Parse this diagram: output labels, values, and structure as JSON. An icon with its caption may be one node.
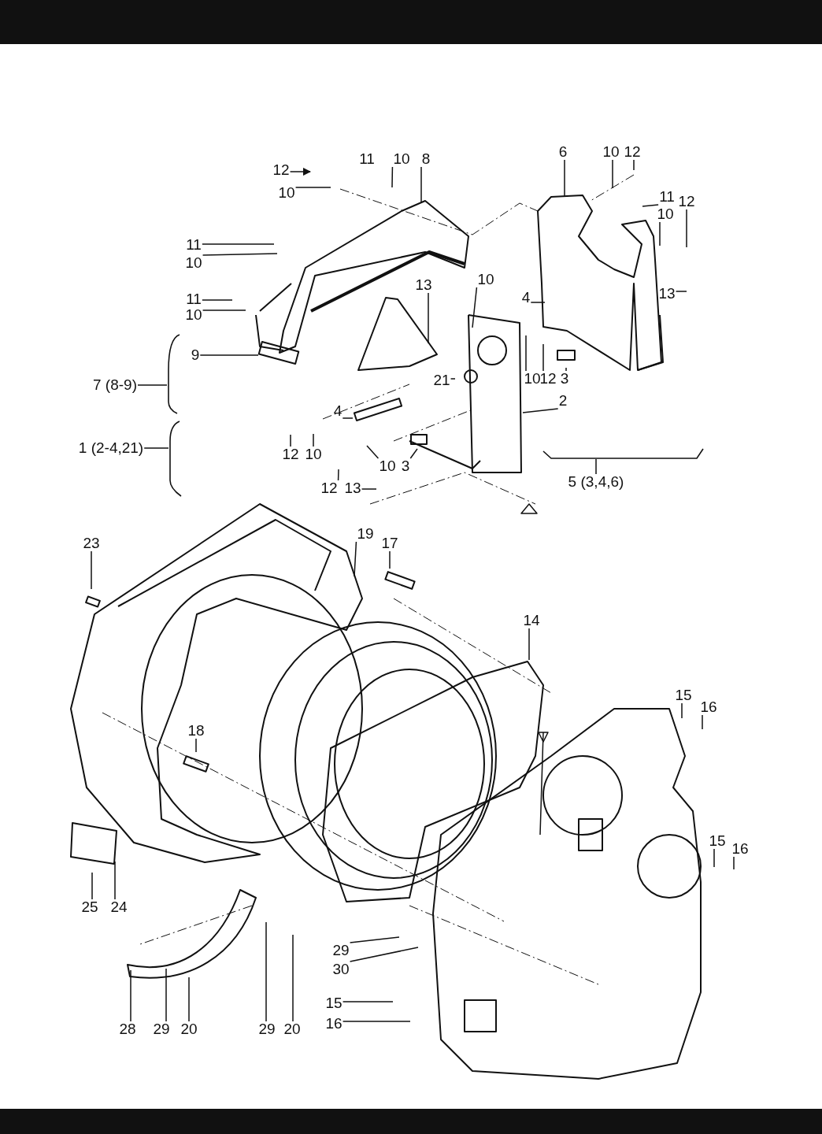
{
  "diagram": {
    "nodes": [
      {
        "text": [
          "12"
        ]
      },
      {
        "text": [
          "10"
        ]
      },
      {
        "text": [
          "11"
        ]
      },
      {
        "text": [
          "10"
        ]
      },
      {
        "text": [
          "8"
        ]
      },
      {
        "text": [
          "6"
        ]
      },
      {
        "text": [
          "10"
        ]
      },
      {
        "text": [
          "12"
        ]
      },
      {
        "text": [
          "11"
        ]
      },
      {
        "text": [
          "10"
        ]
      },
      {
        "text": [
          "12"
        ]
      },
      {
        "text": [
          "13"
        ]
      },
      {
        "text": [
          "11"
        ]
      },
      {
        "text": [
          "10"
        ]
      },
      {
        "text": [
          "11"
        ]
      },
      {
        "text": [
          "10"
        ]
      },
      {
        "text": [
          "9"
        ]
      },
      {
        "text": [
          "13"
        ]
      },
      {
        "text": [
          "10"
        ]
      },
      {
        "text": [
          "4"
        ]
      },
      {
        "text": [
          "21"
        ]
      },
      {
        "text": [
          "10"
        ]
      },
      {
        "text": [
          "12"
        ]
      },
      {
        "text": [
          "3"
        ]
      },
      {
        "text": [
          "2"
        ]
      },
      {
        "text": [
          "4"
        ]
      },
      {
        "text": [
          "12"
        ]
      },
      {
        "text": [
          "10"
        ]
      },
      {
        "text": [
          "12"
        ]
      },
      {
        "text": [
          "13"
        ]
      },
      {
        "text": [
          "10"
        ]
      },
      {
        "text": [
          "3"
        ]
      },
      {
        "text": [
          "23"
        ]
      },
      {
        "text": [
          "19"
        ]
      },
      {
        "text": [
          "17"
        ]
      },
      {
        "text": [
          "14"
        ]
      },
      {
        "text": [
          "15"
        ]
      },
      {
        "text": [
          "16"
        ]
      },
      {
        "text": [
          "18"
        ]
      },
      {
        "text": [
          "15"
        ]
      },
      {
        "text": [
          "16"
        ]
      },
      {
        "text": [
          "25"
        ]
      },
      {
        "text": [
          "24"
        ]
      },
      {
        "text": [
          "29"
        ]
      },
      {
        "text": [
          "30"
        ]
      },
      {
        "text": [
          "28"
        ]
      },
      {
        "text": [
          "29"
        ]
      },
      {
        "text": [
          "20"
        ]
      },
      {
        "text": [
          "29"
        ]
      },
      {
        "text": [
          "20"
        ]
      },
      {
        "text": [
          "15"
        ]
      },
      {
        "text": [
          "16"
        ]
      }
    ],
    "edges": [
      {
        "from": 0,
        "to": null,
        "arrow": "to"
      },
      {
        "from": 1,
        "to": null,
        "arrow": "none"
      },
      {
        "from": 3,
        "to": null,
        "arrow": "none"
      },
      {
        "from": 4,
        "to": null,
        "arrow": "none"
      },
      {
        "from": 5,
        "to": null,
        "arrow": "none"
      },
      {
        "from": 6,
        "to": null,
        "arrow": "none"
      },
      {
        "from": 7,
        "to": null,
        "arrow": "none"
      },
      {
        "from": 8,
        "to": null,
        "arrow": "none"
      },
      {
        "from": 9,
        "to": null,
        "arrow": "none"
      },
      {
        "from": 10,
        "to": null,
        "arrow": "none"
      },
      {
        "from": 11,
        "to": null,
        "arrow": "none"
      },
      {
        "from": 12,
        "to": null,
        "arrow": "none"
      },
      {
        "from": 13,
        "to": null,
        "arrow": "none"
      },
      {
        "from": 14,
        "to": null,
        "arrow": "none"
      },
      {
        "from": 15,
        "to": null,
        "arrow": "none"
      },
      {
        "from": 16,
        "to": null,
        "arrow": "none"
      },
      {
        "from": 17,
        "to": null,
        "arrow": "none"
      },
      {
        "from": 18,
        "to": null,
        "arrow": "none"
      },
      {
        "from": 19,
        "to": null,
        "arrow": "none"
      },
      {
        "from": 20,
        "to": null,
        "arrow": "none"
      },
      {
        "from": 21,
        "to": null,
        "arrow": "none"
      },
      {
        "from": 22,
        "to": null,
        "arrow": "none"
      },
      {
        "from": 23,
        "to": null,
        "arrow": "none"
      },
      {
        "from": 24,
        "to": null,
        "arrow": "none"
      },
      {
        "from": 25,
        "to": null,
        "arrow": "none"
      },
      {
        "from": 26,
        "to": null,
        "arrow": "none"
      },
      {
        "from": 27,
        "to": null,
        "arrow": "none"
      },
      {
        "from": 28,
        "to": null,
        "arrow": "none"
      },
      {
        "from": 29,
        "to": null,
        "arrow": "none"
      },
      {
        "from": 30,
        "to": null,
        "arrow": "none"
      },
      {
        "from": 31,
        "to": null,
        "arrow": "none"
      },
      {
        "from": 32,
        "to": null,
        "arrow": "none"
      },
      {
        "from": 33,
        "to": null,
        "arrow": "none"
      },
      {
        "from": 34,
        "to": null,
        "arrow": "none"
      },
      {
        "from": 35,
        "to": null,
        "arrow": "none"
      },
      {
        "from": 36,
        "to": null,
        "arrow": "none"
      },
      {
        "from": 37,
        "to": null,
        "arrow": "none"
      },
      {
        "from": 38,
        "to": null,
        "arrow": "none"
      },
      {
        "from": 39,
        "to": null,
        "arrow": "none"
      },
      {
        "from": 40,
        "to": null,
        "arrow": "none"
      },
      {
        "from": 41,
        "to": null,
        "arrow": "none"
      },
      {
        "from": 42,
        "to": null,
        "arrow": "none"
      },
      {
        "from": 43,
        "to": null,
        "arrow": "none"
      },
      {
        "from": 44,
        "to": null,
        "arrow": "none"
      },
      {
        "from": 45,
        "to": null,
        "arrow": "none"
      },
      {
        "from": 46,
        "to": null,
        "arrow": "none"
      },
      {
        "from": 47,
        "to": null,
        "arrow": "none"
      },
      {
        "from": 48,
        "to": null,
        "arrow": "none"
      },
      {
        "from": 49,
        "to": null,
        "arrow": "none"
      },
      {
        "from": 50,
        "to": null,
        "arrow": "none"
      },
      {
        "from": 51,
        "to": null,
        "arrow": "none"
      }
    ],
    "labels": [
      "7 (8-9)",
      "1 (2-4,21)",
      "5 (3,4,6)"
    ]
  }
}
